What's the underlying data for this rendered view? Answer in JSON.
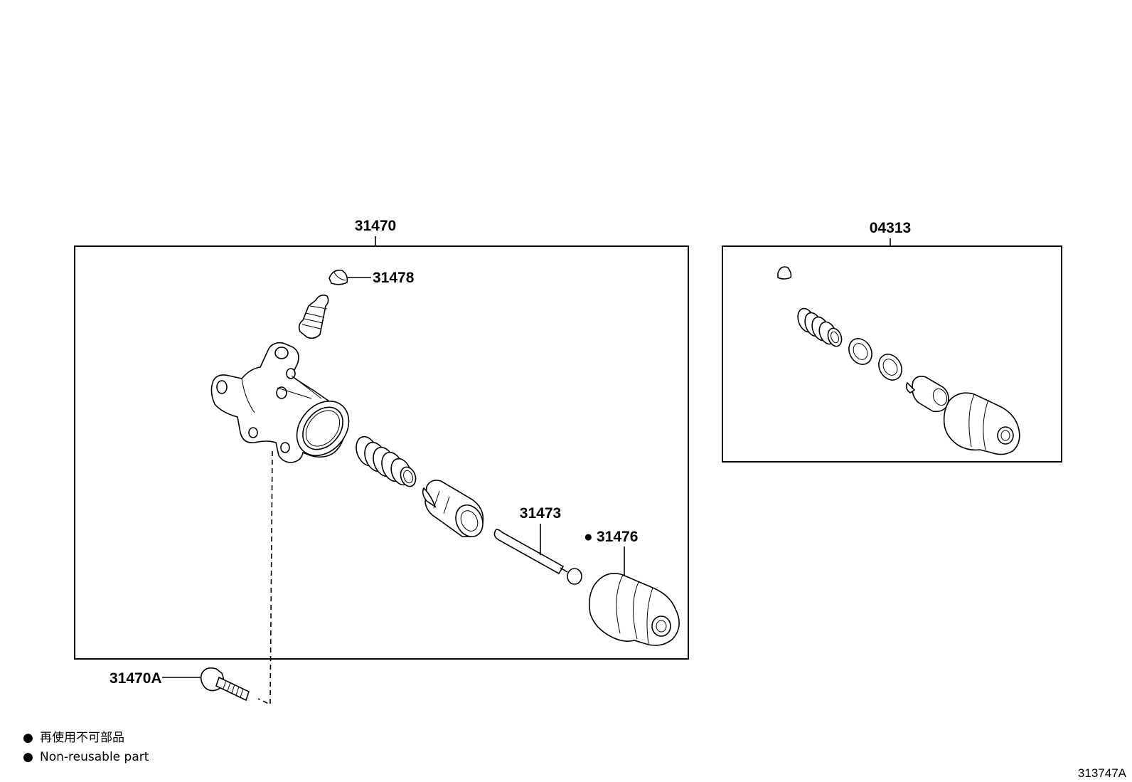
{
  "groups": [
    {
      "id": "kit_main",
      "part_no": "31470"
    },
    {
      "id": "kit_repair",
      "part_no": "04313"
    }
  ],
  "callouts": {
    "bleeder_cap": "31478",
    "push_rod": "31473",
    "boot_mark": "●",
    "boot": "31476",
    "bolt": "31470A"
  },
  "legend": {
    "bullet": "●",
    "japanese": "再使用不可部品",
    "english": "Non-reusable part"
  },
  "figure_ref": "313747A"
}
